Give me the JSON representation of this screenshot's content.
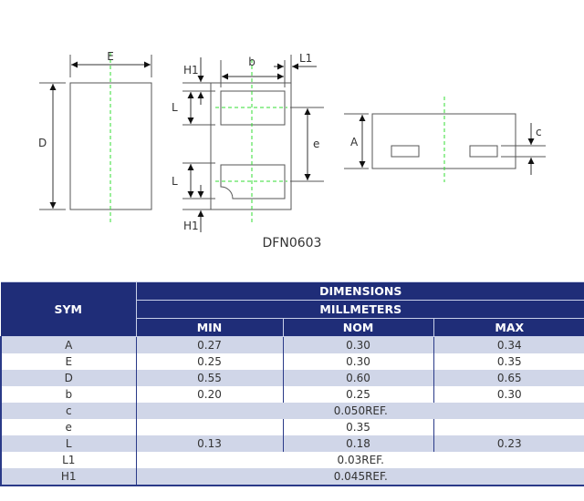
{
  "drawing": {
    "labels": {
      "E": "E",
      "D": "D",
      "b": "b",
      "L1": "L1",
      "H1_top": "H1",
      "H1_bottom": "H1",
      "L_top": "L",
      "L_bottom": "L",
      "e": "e",
      "A": "A",
      "c": "c"
    },
    "package_name": "DFN0603",
    "colors": {
      "outline": "#555555",
      "centerline": "#33dd33"
    }
  },
  "table": {
    "header": {
      "sym": "SYM",
      "dimensions": "DIMENSIONS",
      "unit": "MILLMETERS",
      "min": "MIN",
      "nom": "NOM",
      "max": "MAX"
    },
    "rows": [
      {
        "sym": "A",
        "min": "0.27",
        "nom": "0.30",
        "max": "0.34"
      },
      {
        "sym": "E",
        "min": "0.25",
        "nom": "0.30",
        "max": "0.35"
      },
      {
        "sym": "D",
        "min": "0.55",
        "nom": "0.60",
        "max": "0.65"
      },
      {
        "sym": "b",
        "min": "0.20",
        "nom": "0.25",
        "max": "0.30"
      },
      {
        "sym": "c",
        "span": "0.050REF."
      },
      {
        "sym": "e",
        "min": "",
        "nom": "0.35",
        "max": ""
      },
      {
        "sym": "L",
        "min": "0.13",
        "nom": "0.18",
        "max": "0.23"
      },
      {
        "sym": "L1",
        "span": "0.03REF."
      },
      {
        "sym": "H1",
        "span": "0.045REF."
      }
    ],
    "colors": {
      "header_bg": "#1f2d78",
      "alt_row_bg": "#d0d6e8"
    }
  }
}
